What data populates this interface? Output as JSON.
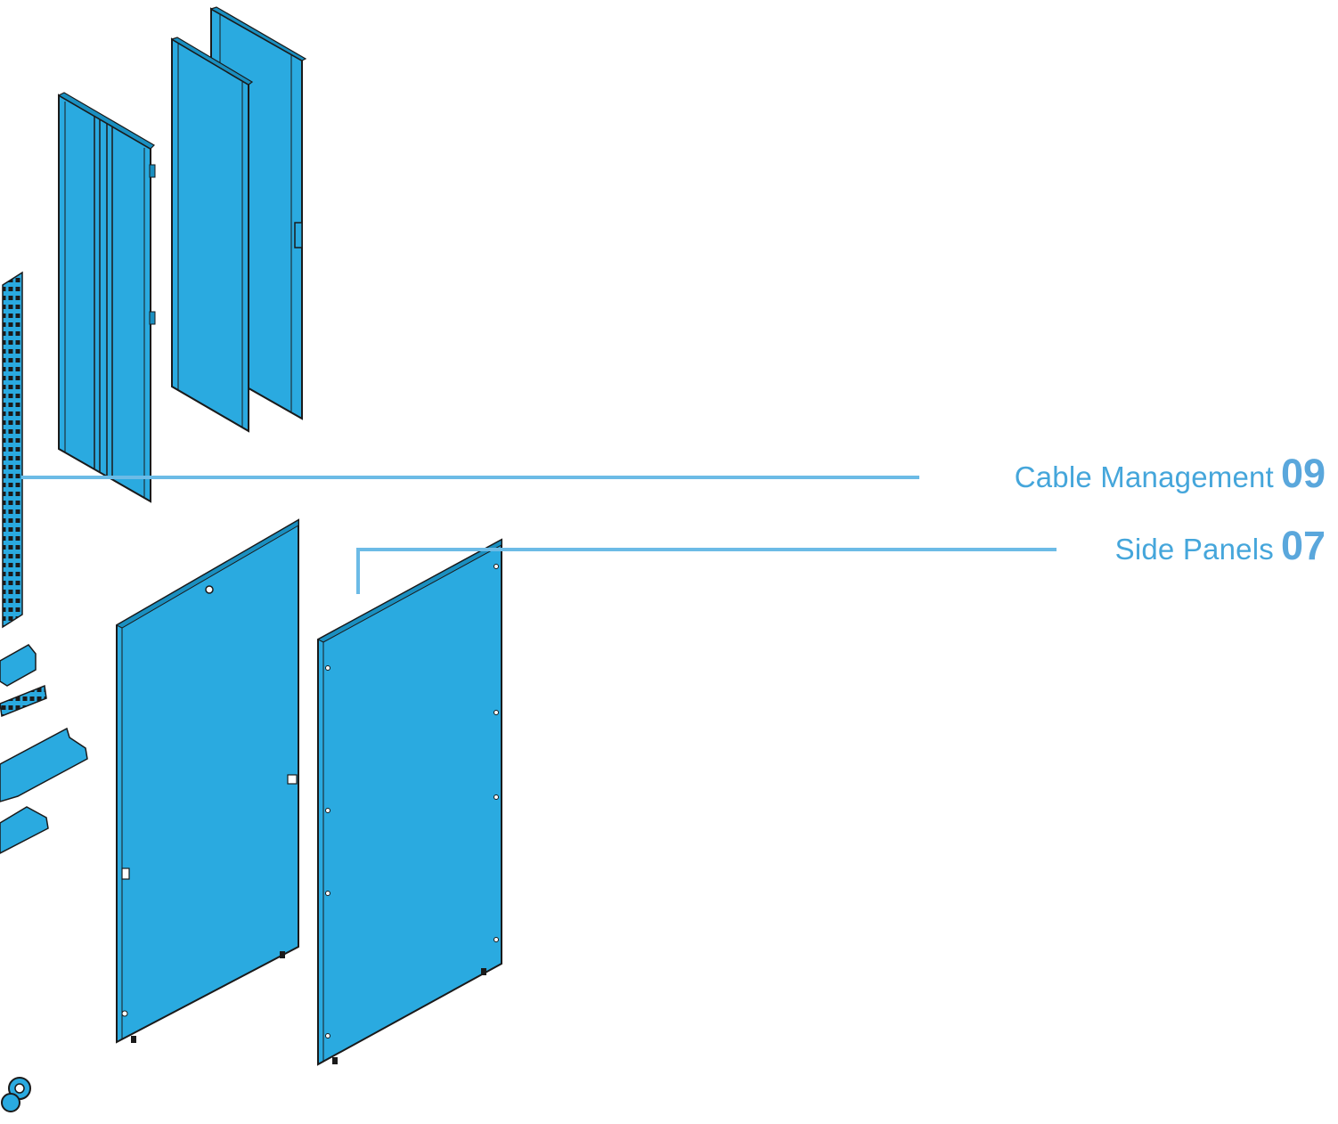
{
  "colors": {
    "panel_fill": "#2aaae0",
    "outline": "#1a1a1a",
    "leader_line": "#6cbbe6",
    "callout_text": "#45a6db",
    "background": "#ffffff"
  },
  "callouts": [
    {
      "label": "Cable Management",
      "number": "09"
    },
    {
      "label": "Side Panels",
      "number": "07"
    }
  ]
}
